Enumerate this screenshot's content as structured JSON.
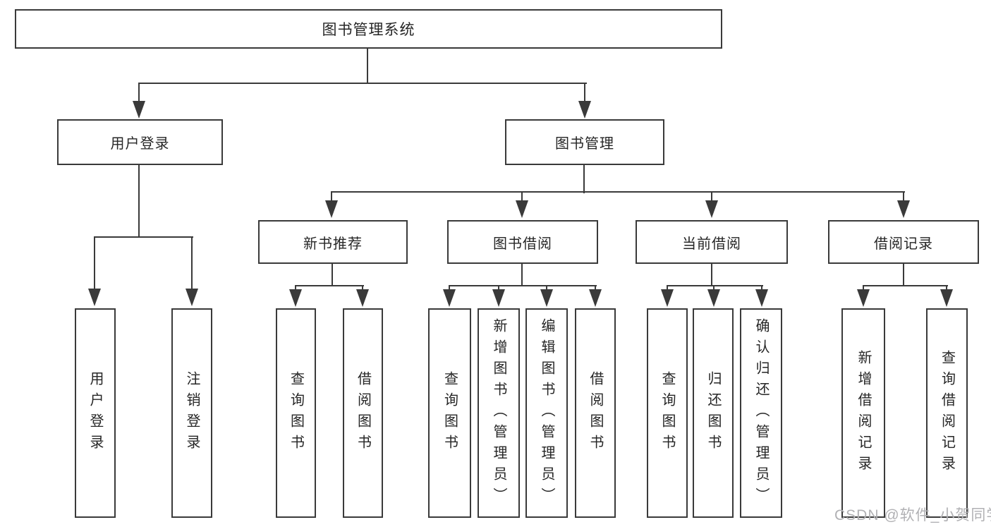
{
  "diagram": {
    "title": "图书管理系统",
    "tree": {
      "label": "图书管理系统",
      "children": [
        {
          "label": "用户登录",
          "children": [
            {
              "label": "用户登录"
            },
            {
              "label": "注销登录"
            }
          ]
        },
        {
          "label": "图书管理",
          "children": [
            {
              "label": "新书推荐",
              "children": [
                {
                  "label": "查询图书"
                },
                {
                  "label": "借阅图书"
                }
              ]
            },
            {
              "label": "图书借阅",
              "children": [
                {
                  "label": "查询图书"
                },
                {
                  "label": "新增图书（管理员）"
                },
                {
                  "label": "编辑图书（管理员）"
                },
                {
                  "label": "借阅图书"
                }
              ]
            },
            {
              "label": "当前借阅",
              "children": [
                {
                  "label": "查询图书"
                },
                {
                  "label": "归还图书"
                },
                {
                  "label": "确认归还（管理员）"
                }
              ]
            },
            {
              "label": "借阅记录",
              "children": [
                {
                  "label": "新增借阅记录"
                },
                {
                  "label": "查询借阅记录"
                }
              ]
            }
          ]
        }
      ]
    }
  },
  "watermark": {
    "text": "CSDN @软件_小贺同学"
  },
  "colors": {
    "line": "#3a3a3a",
    "box_border": "#3a3a3a",
    "box_fill": "#ffffff",
    "text": "#262626",
    "watermark": "#b1b1b4"
  }
}
